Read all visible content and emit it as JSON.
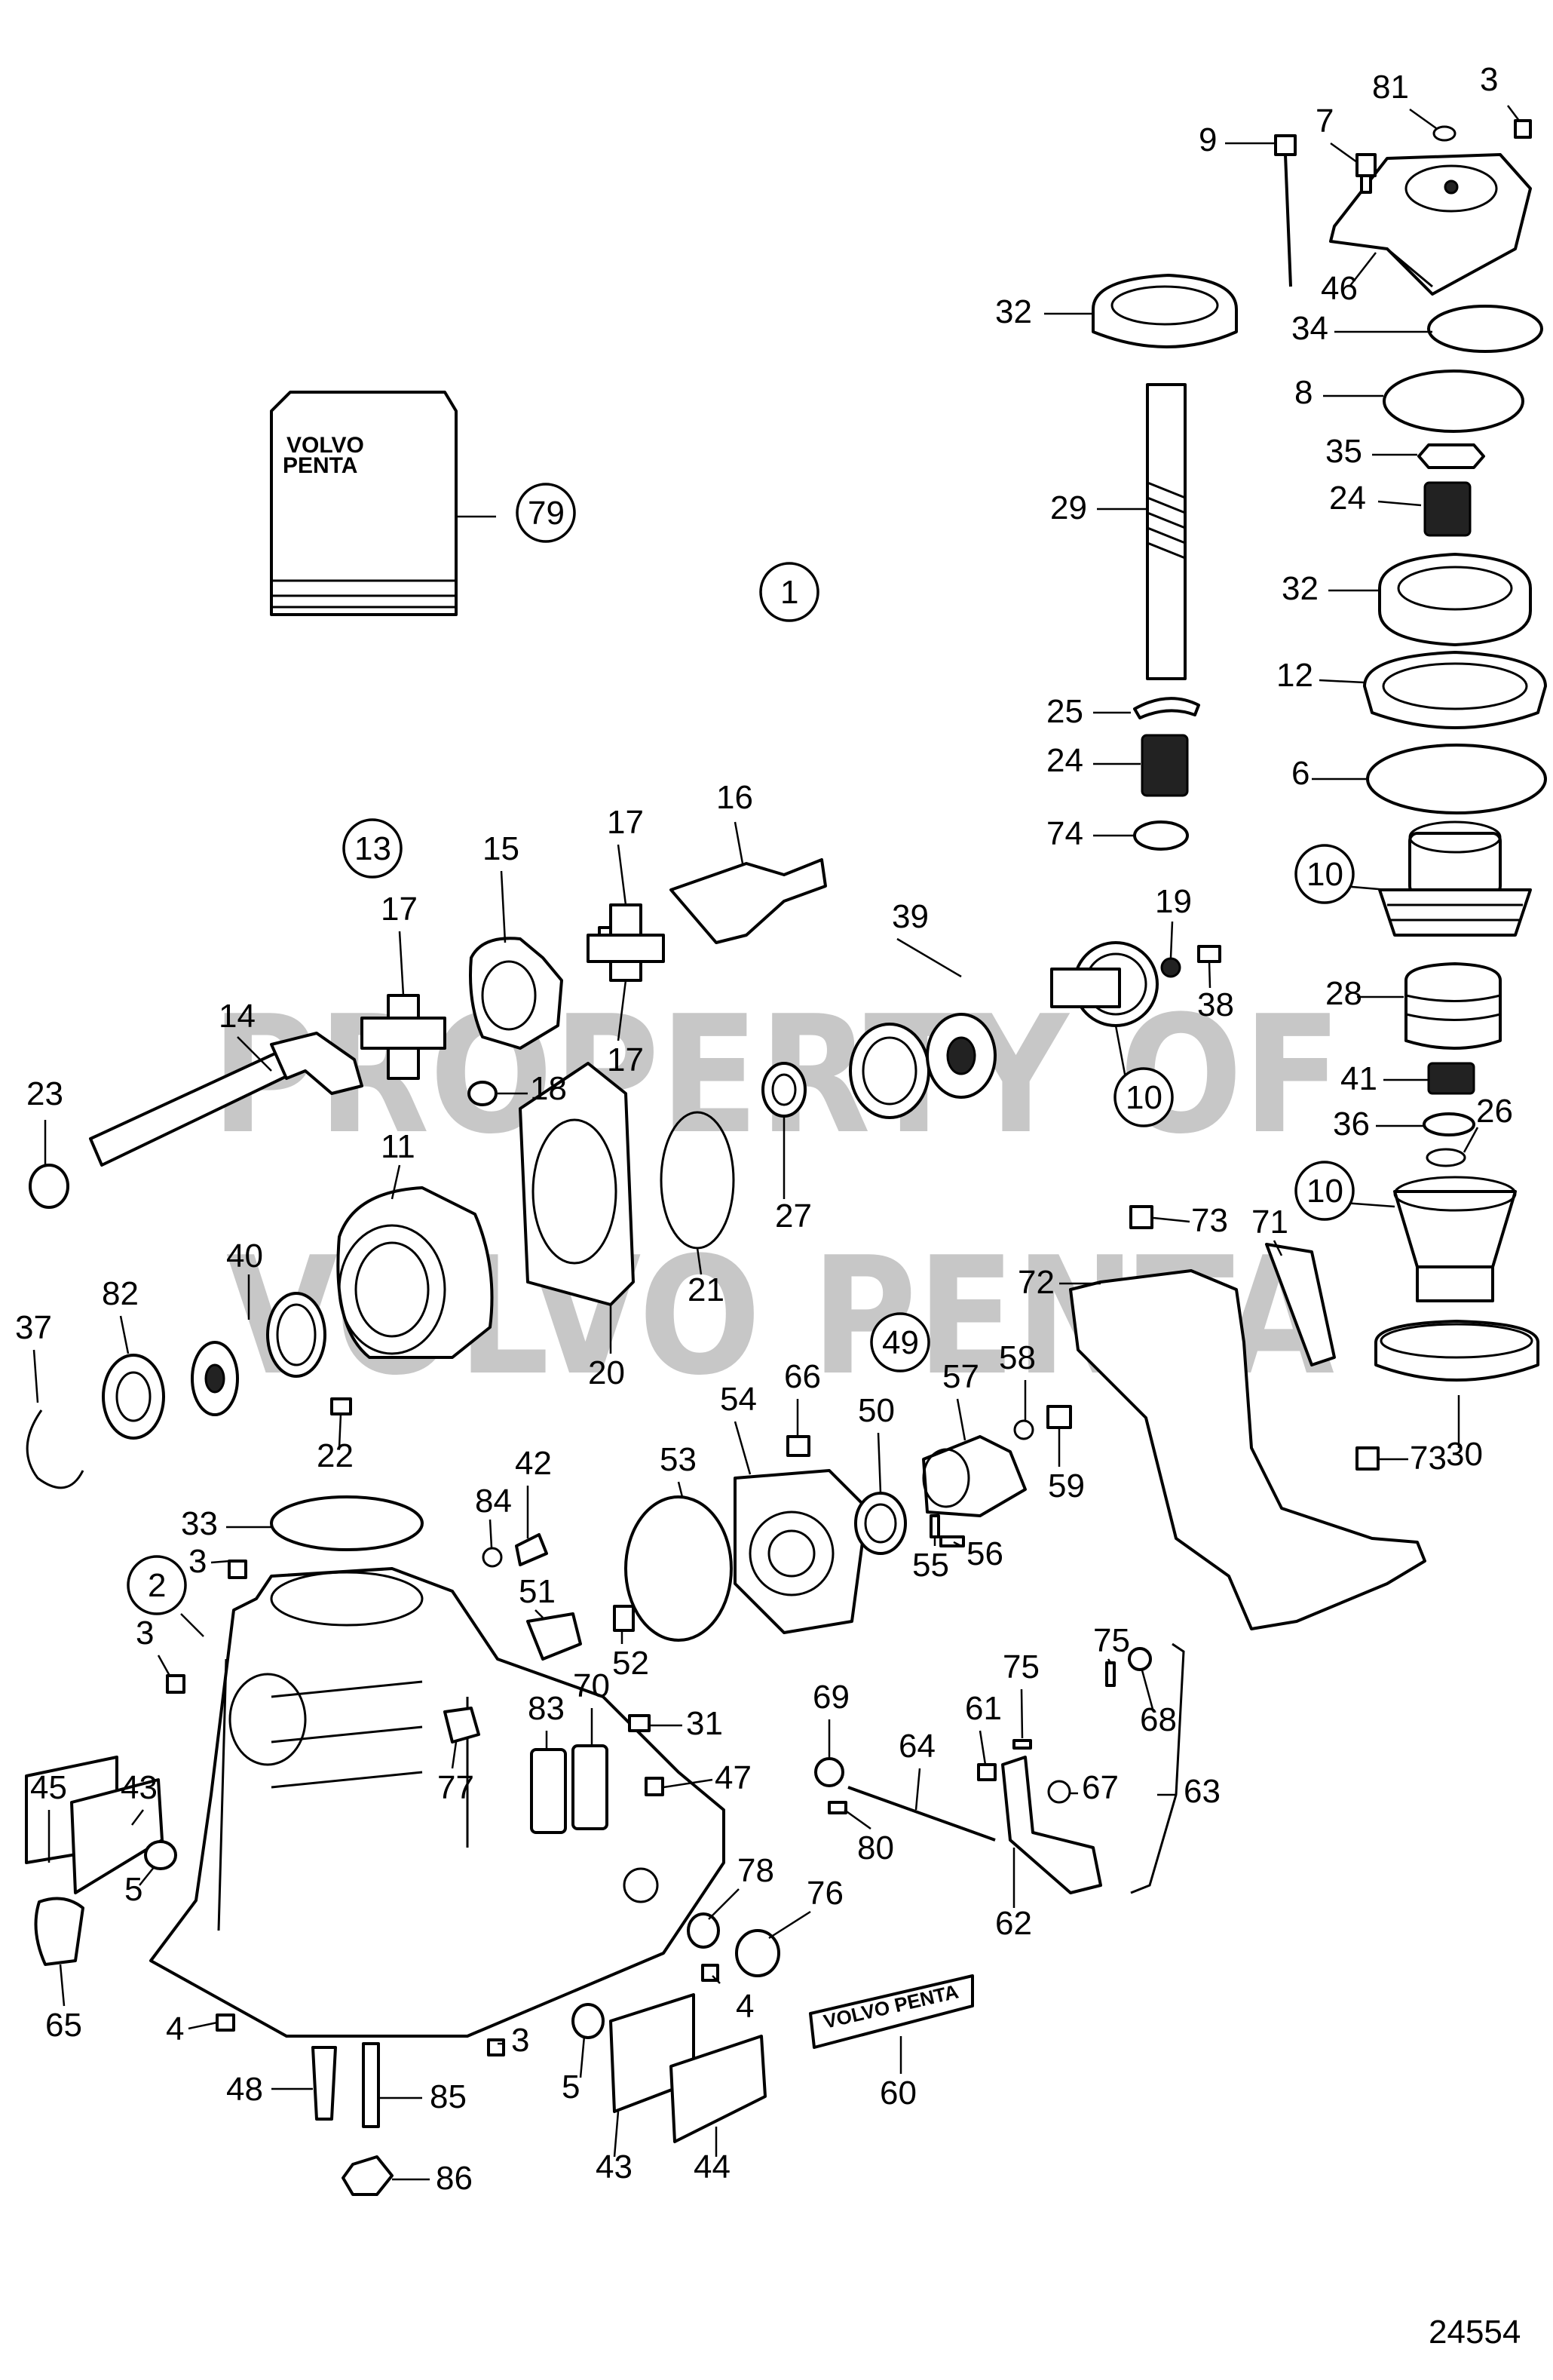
{
  "watermark": {
    "line1": "PROPERTY OF",
    "line2": "VOLVO PENTA"
  },
  "manual_brand": {
    "line1": "VOLVO",
    "line2": "PENTA"
  },
  "decal_text": "VOLVO PENTA",
  "drawing_number": "24554",
  "callouts": [
    {
      "n": "1"
    },
    {
      "n": "2"
    },
    {
      "n": "3"
    },
    {
      "n": "3"
    },
    {
      "n": "3"
    },
    {
      "n": "3"
    },
    {
      "n": "4"
    },
    {
      "n": "4"
    },
    {
      "n": "5"
    },
    {
      "n": "5"
    },
    {
      "n": "6"
    },
    {
      "n": "7"
    },
    {
      "n": "8"
    },
    {
      "n": "9"
    },
    {
      "n": "10"
    },
    {
      "n": "10"
    },
    {
      "n": "10"
    },
    {
      "n": "11"
    },
    {
      "n": "12"
    },
    {
      "n": "13"
    },
    {
      "n": "14"
    },
    {
      "n": "15"
    },
    {
      "n": "16"
    },
    {
      "n": "17"
    },
    {
      "n": "17"
    },
    {
      "n": "17"
    },
    {
      "n": "18"
    },
    {
      "n": "19"
    },
    {
      "n": "20"
    },
    {
      "n": "21"
    },
    {
      "n": "22"
    },
    {
      "n": "23"
    },
    {
      "n": "24"
    },
    {
      "n": "24"
    },
    {
      "n": "25"
    },
    {
      "n": "26"
    },
    {
      "n": "27"
    },
    {
      "n": "28"
    },
    {
      "n": "29"
    },
    {
      "n": "30"
    },
    {
      "n": "31"
    },
    {
      "n": "32"
    },
    {
      "n": "32"
    },
    {
      "n": "33"
    },
    {
      "n": "34"
    },
    {
      "n": "35"
    },
    {
      "n": "36"
    },
    {
      "n": "37"
    },
    {
      "n": "38"
    },
    {
      "n": "39"
    },
    {
      "n": "40"
    },
    {
      "n": "41"
    },
    {
      "n": "42"
    },
    {
      "n": "43"
    },
    {
      "n": "43"
    },
    {
      "n": "44"
    },
    {
      "n": "45"
    },
    {
      "n": "46"
    },
    {
      "n": "47"
    },
    {
      "n": "48"
    },
    {
      "n": "49"
    },
    {
      "n": "50"
    },
    {
      "n": "51"
    },
    {
      "n": "52"
    },
    {
      "n": "53"
    },
    {
      "n": "54"
    },
    {
      "n": "55"
    },
    {
      "n": "56"
    },
    {
      "n": "57"
    },
    {
      "n": "58"
    },
    {
      "n": "59"
    },
    {
      "n": "60"
    },
    {
      "n": "61"
    },
    {
      "n": "62"
    },
    {
      "n": "63"
    },
    {
      "n": "64"
    },
    {
      "n": "65"
    },
    {
      "n": "66"
    },
    {
      "n": "67"
    },
    {
      "n": "68"
    },
    {
      "n": "69"
    },
    {
      "n": "70"
    },
    {
      "n": "71"
    },
    {
      "n": "72"
    },
    {
      "n": "73"
    },
    {
      "n": "73"
    },
    {
      "n": "74"
    },
    {
      "n": "75"
    },
    {
      "n": "75"
    },
    {
      "n": "76"
    },
    {
      "n": "77"
    },
    {
      "n": "78"
    },
    {
      "n": "79"
    },
    {
      "n": "80"
    },
    {
      "n": "81"
    },
    {
      "n": "82"
    },
    {
      "n": "83"
    },
    {
      "n": "84"
    },
    {
      "n": "85"
    },
    {
      "n": "86"
    }
  ]
}
